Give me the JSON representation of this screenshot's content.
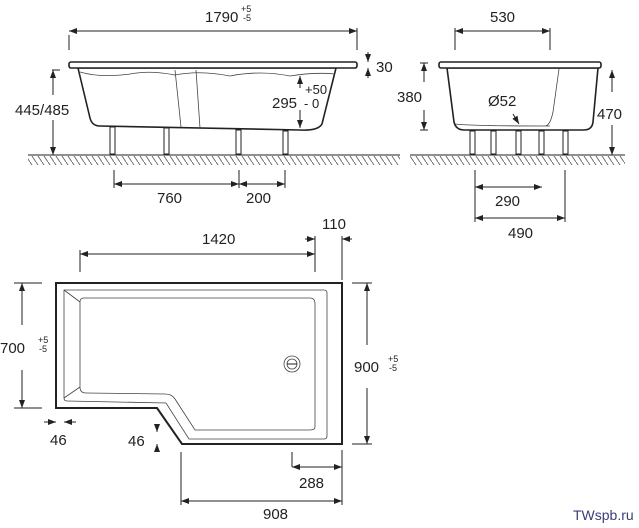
{
  "side_view": {
    "length": "1790",
    "length_tol_plus": "+5",
    "length_tol_minus": "-5",
    "rim": "30",
    "height": "445/485",
    "drain_height": "295",
    "drain_tol_plus": "+50",
    "drain_tol_minus": "- 0",
    "leg_spacing_1": "760",
    "leg_spacing_2": "200"
  },
  "end_view": {
    "width": "530",
    "inner_depth": "380",
    "drain_diameter": "Ø52",
    "total_height": "470",
    "leg_spacing_inner": "290",
    "leg_spacing_outer": "490"
  },
  "plan_view": {
    "inner_length": "1420",
    "end_offset": "110",
    "narrow_width": "700",
    "narrow_tol_plus": "+5",
    "narrow_tol_minus": "-5",
    "wide_width": "900",
    "wide_tol_plus": "+5",
    "wide_tol_minus": "-5",
    "wall_left": "46",
    "wall_step": "46",
    "drain_offset": "288",
    "wide_length": "908"
  },
  "watermark": "TWspb.ru"
}
